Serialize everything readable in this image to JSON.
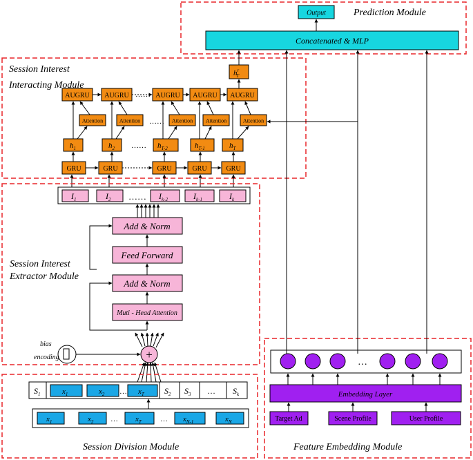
{
  "prediction": {
    "title": "Prediction Module",
    "output": "Output",
    "mlp": "Concatenated & MLP"
  },
  "interacting": {
    "title_line1": "Session Interest",
    "title_line2": "Interacting Module",
    "hr": {
      "base": "h",
      "sup": "r",
      "sub": "T"
    },
    "augru": "AUGRU",
    "attention": "Attention",
    "gru": "GRU",
    "h_labels": [
      {
        "base": "h",
        "sub": "1"
      },
      {
        "base": "h",
        "sub": "2"
      },
      {
        "base": "h",
        "sub": "T-2"
      },
      {
        "base": "h",
        "sub": "T-1"
      },
      {
        "base": "h",
        "sub": "T"
      }
    ],
    "dots": "……"
  },
  "extractor": {
    "title_line1": "Session Interest",
    "title_line2": "Extractor Module",
    "interests": [
      {
        "base": "I",
        "sub": "1"
      },
      {
        "base": "I",
        "sub": "2"
      },
      {
        "base": "I",
        "sub": "k-2"
      },
      {
        "base": "I",
        "sub": "k-1"
      },
      {
        "base": "I",
        "sub": "k"
      }
    ],
    "interest_dots": "……",
    "add_norm_top": "Add & Norm",
    "feed_forward": "Feed  Forward",
    "add_norm_bottom": "Add & Norm",
    "attention": "Muti - Head Attention",
    "bias_line1": "bias",
    "bias_line2": "encoding",
    "plus": "+"
  },
  "division": {
    "title": "Session Division Module",
    "sessions": [
      {
        "base": "S",
        "sub": "1"
      },
      {
        "base": "S",
        "sub": "2"
      },
      {
        "base": "S",
        "sub": "3"
      },
      {
        "base": "S",
        "sub": "k"
      }
    ],
    "session_x": [
      {
        "base": "x",
        "sub": "1"
      },
      {
        "base": "x",
        "sub": "2"
      },
      {
        "base": "x",
        "sub": "T"
      }
    ],
    "seq_x": [
      {
        "base": "x",
        "sub": "1"
      },
      {
        "base": "x",
        "sub": "2"
      },
      {
        "base": "x",
        "sub": "T"
      },
      {
        "base": "x",
        "sub": "N-1"
      },
      {
        "base": "x",
        "sub": "N"
      }
    ],
    "dots": "…"
  },
  "embedding": {
    "title": "Feature  Embedding  Module",
    "layer": "Embedding Layer",
    "inputs": [
      "Target Ad",
      "Scene Profile",
      "User Profile"
    ],
    "dots": "…"
  },
  "colors": {
    "module_border": "#e8262a",
    "output_fill": "#17d6e0",
    "rnn_fill": "#f28b12",
    "interest_fill": "#f7b5d8",
    "token_fill": "#1aa7e6",
    "embed_fill": "#a020f0",
    "circle_fill": "#a020f0"
  }
}
